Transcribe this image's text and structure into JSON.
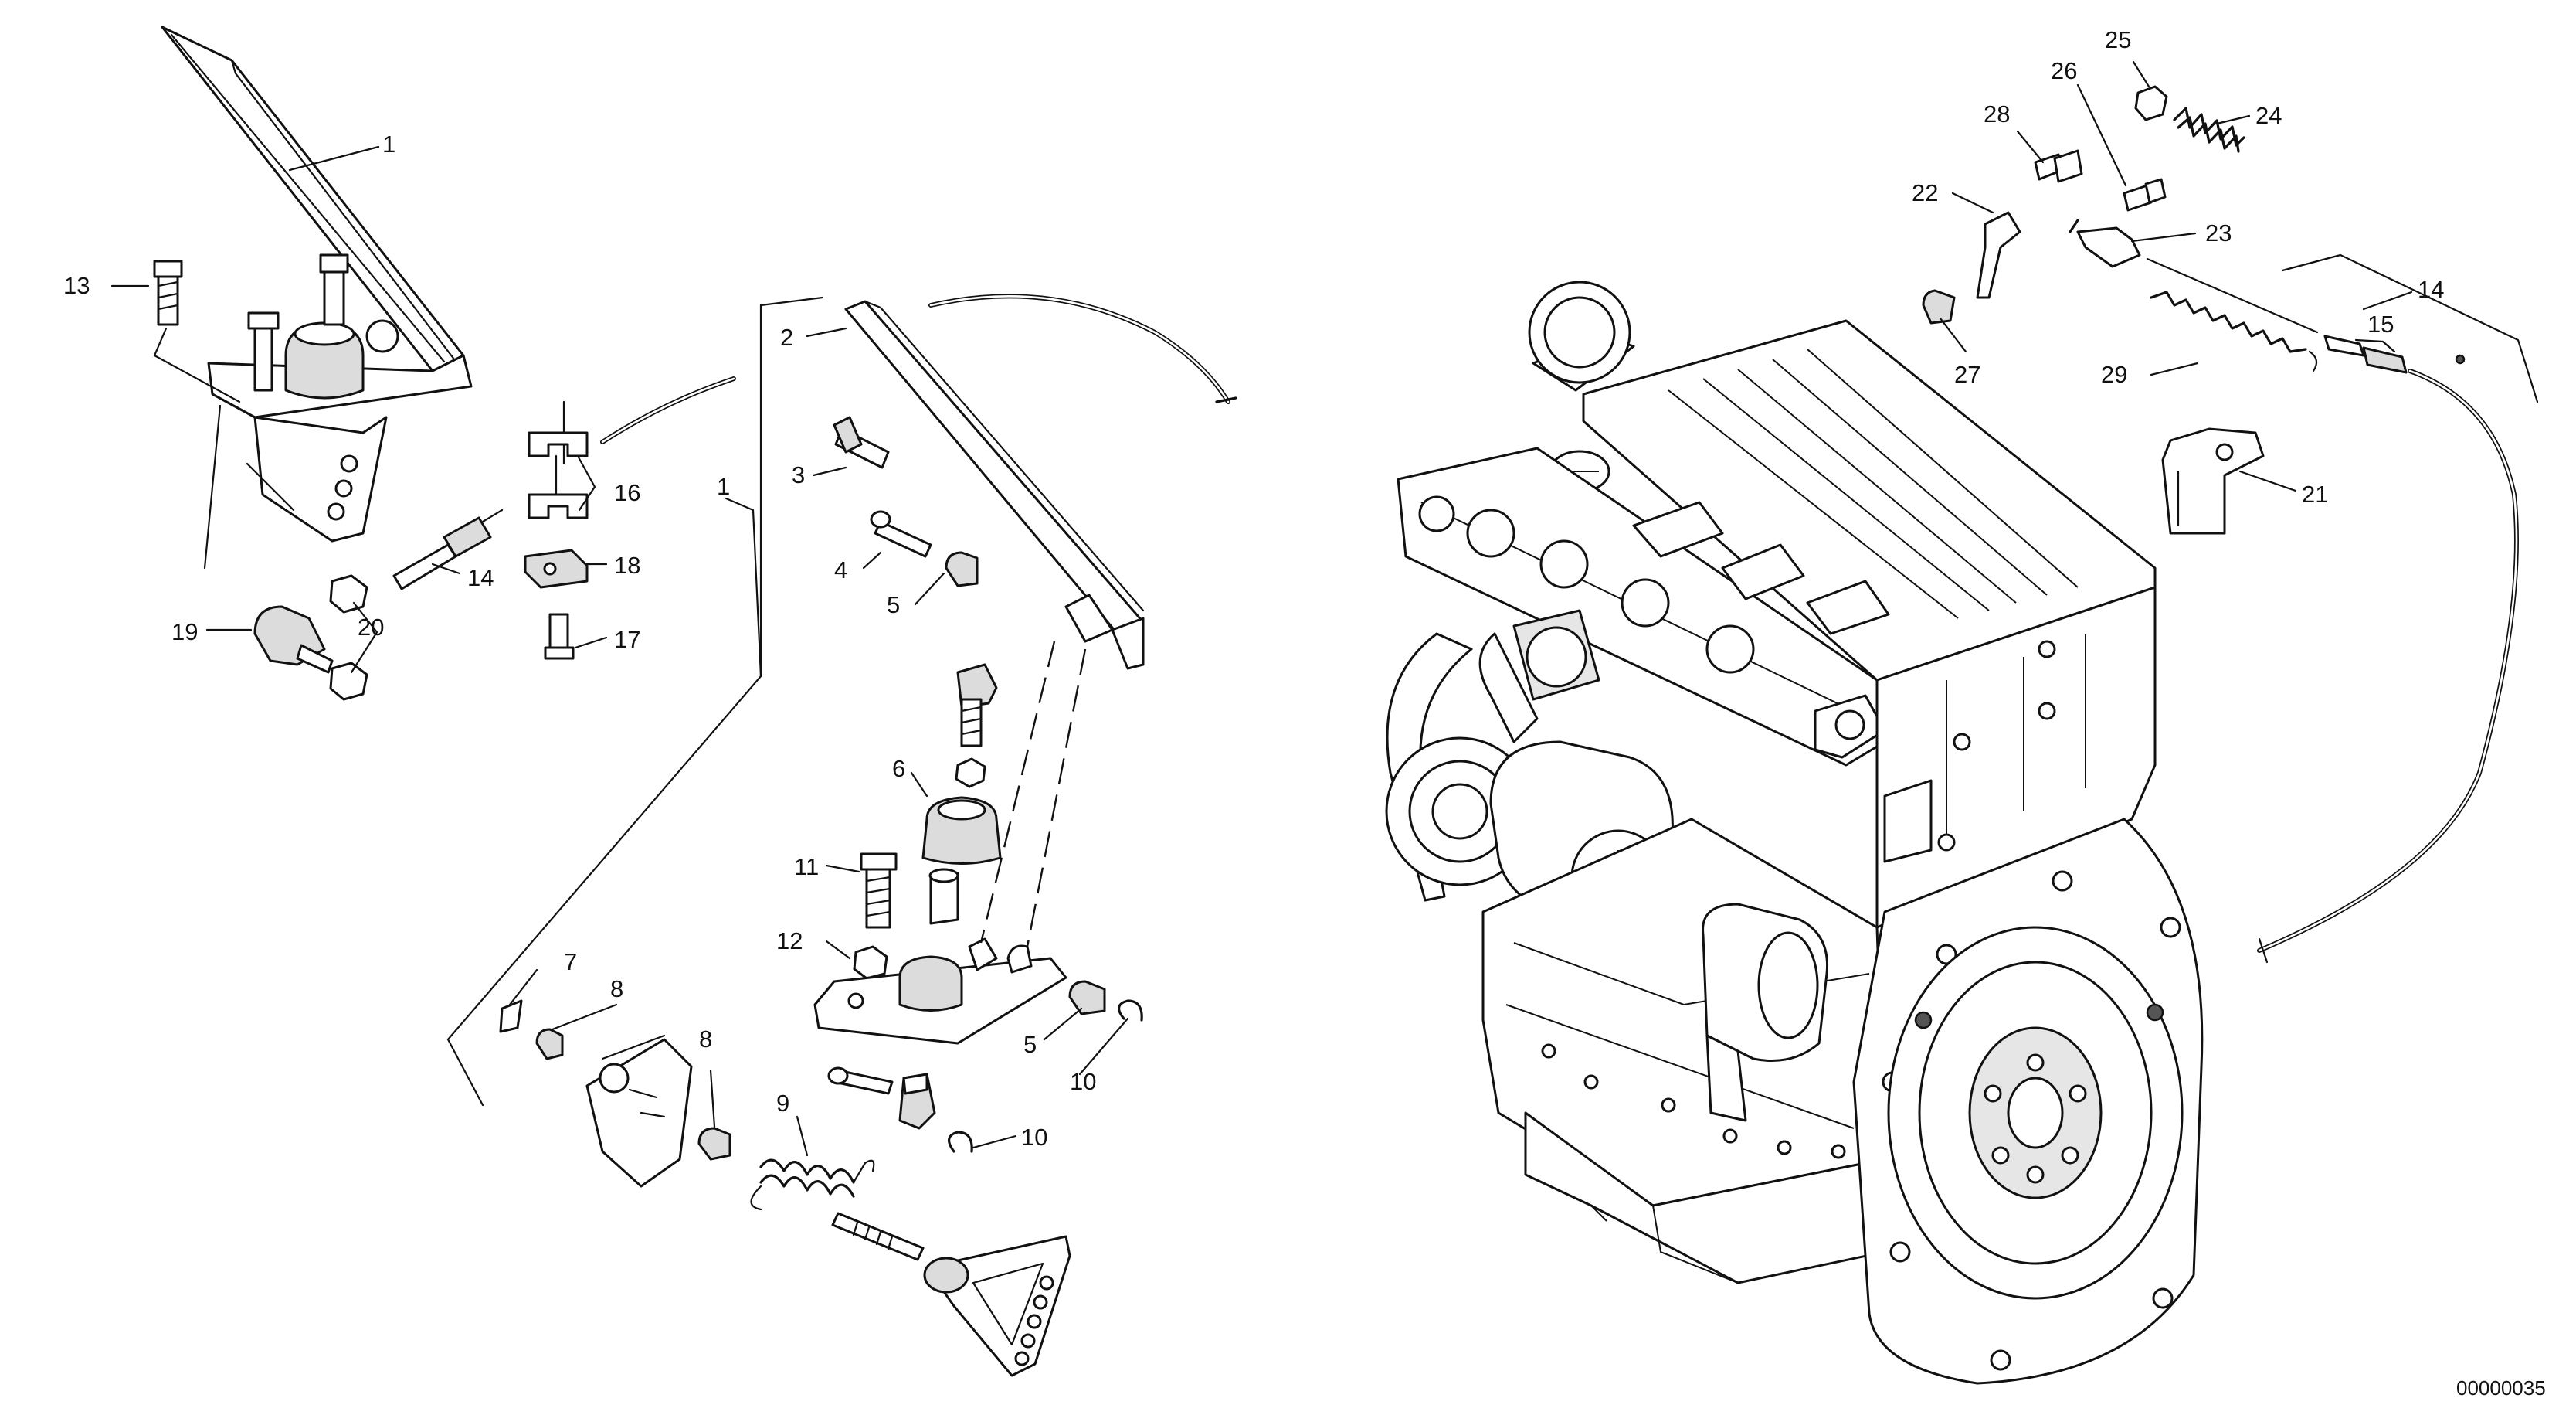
{
  "diagram": {
    "callouts": [
      "1",
      "13",
      "16",
      "14",
      "18",
      "17",
      "19",
      "20",
      "2",
      "1",
      "3",
      "4",
      "5",
      "6",
      "11",
      "12",
      "7",
      "8",
      "8",
      "9",
      "5",
      "10",
      "10",
      "25",
      "26",
      "24",
      "28",
      "22",
      "23",
      "14",
      "15",
      "27",
      "29",
      "21"
    ],
    "document_id": "00000035"
  }
}
